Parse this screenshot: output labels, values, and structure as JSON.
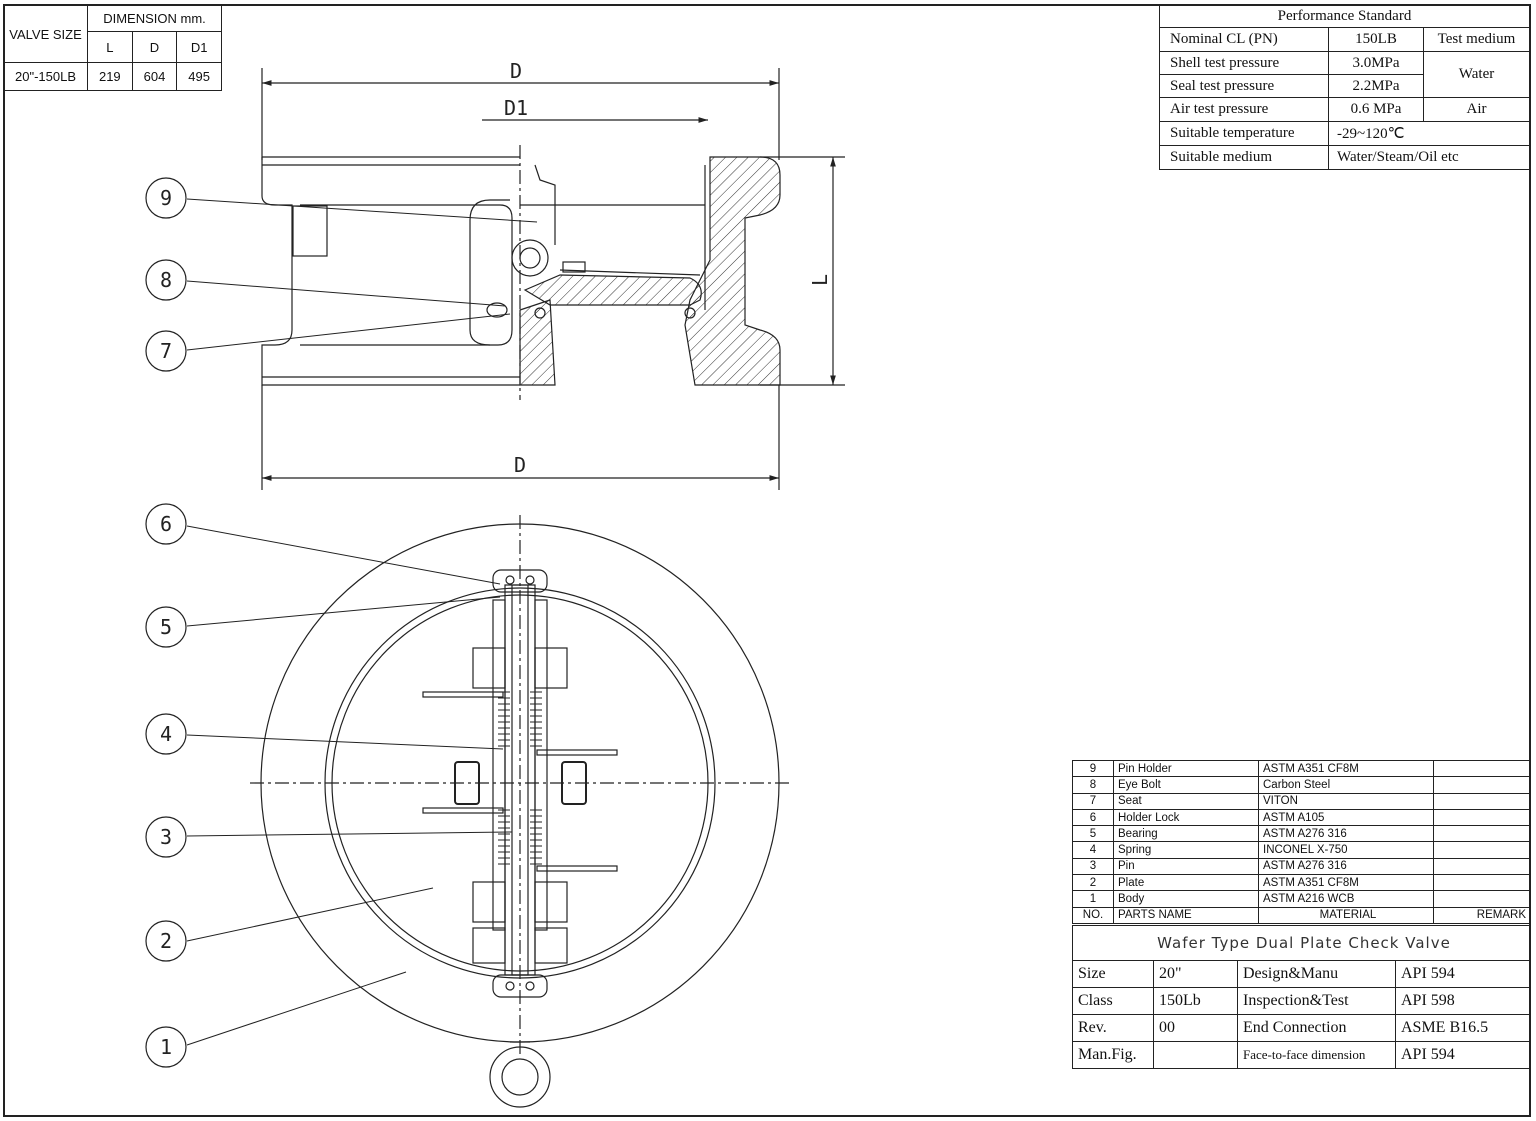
{
  "dimension_table": {
    "valve_size_header": "VALVE SIZE",
    "dimension_header": "DIMENSION mm.",
    "columns": [
      "L",
      "D",
      "D1"
    ],
    "rows": [
      {
        "size": "20\"-150LB",
        "L": "219",
        "D": "604",
        "D1": "495"
      }
    ]
  },
  "performance_table": {
    "title": "Performance Standard",
    "rows": [
      {
        "label": "Nominal CL (PN)",
        "value": "150LB",
        "medium": "Test medium"
      },
      {
        "label": "Shell test pressure",
        "value": "3.0MPa",
        "medium": "Water"
      },
      {
        "label": "Seal test pressure",
        "value": "2.2MPa",
        "medium": ""
      },
      {
        "label": "Air test pressure",
        "value": "0.6  MPa",
        "medium": "Air"
      },
      {
        "label": "Suitable temperature",
        "value": "-29~120℃",
        "medium": ""
      },
      {
        "label": "Suitable medium",
        "value": "Water/Steam/Oil etc",
        "medium": ""
      }
    ]
  },
  "parts_list": {
    "headers": {
      "no": "NO.",
      "name": "PARTS NAME",
      "material": "MATERIAL",
      "remark": "REMARK"
    },
    "items": [
      {
        "no": "9",
        "name": "Pin Holder",
        "material": "ASTM A351 CF8M"
      },
      {
        "no": "8",
        "name": "Eye Bolt",
        "material": "Carbon Steel"
      },
      {
        "no": "7",
        "name": "Seat",
        "material": "VITON"
      },
      {
        "no": "6",
        "name": "Holder Lock",
        "material": "ASTM A105"
      },
      {
        "no": "5",
        "name": "Bearing",
        "material": "ASTM A276 316"
      },
      {
        "no": "4",
        "name": "Spring",
        "material": "INCONEL X-750"
      },
      {
        "no": "3",
        "name": "Pin",
        "material": "ASTM A276 316"
      },
      {
        "no": "2",
        "name": "Plate",
        "material": "ASTM A351 CF8M"
      },
      {
        "no": "1",
        "name": "Body",
        "material": "ASTM A216 WCB"
      }
    ]
  },
  "title_block": {
    "title": "Wafer Type Dual Plate Check Valve",
    "rows": [
      {
        "k1": "Size",
        "v1": "20\"",
        "k2": "Design&Manu",
        "v2": "API 594"
      },
      {
        "k1": "Class",
        "v1": "150Lb",
        "k2": "Inspection&Test",
        "v2": "API 598"
      },
      {
        "k1": "Rev.",
        "v1": "00",
        "k2": "End Connection",
        "v2": "ASME B16.5"
      },
      {
        "k1": "Man.Fig.",
        "v1": "",
        "k2": "Face-to-face dimension",
        "v2": "API 594"
      }
    ]
  },
  "drawing": {
    "dimension_labels": {
      "top_d": "D",
      "d1": "D1",
      "l": "L",
      "bottom_d": "D"
    },
    "balloons": [
      "9",
      "8",
      "7",
      "6",
      "5",
      "4",
      "3",
      "2",
      "1"
    ]
  }
}
